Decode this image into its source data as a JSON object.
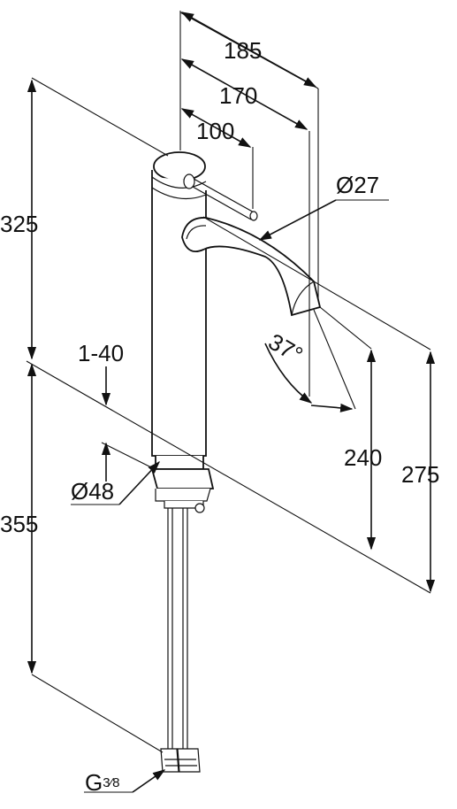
{
  "diagram": {
    "dimensions": {
      "width_185": "185",
      "width_170": "170",
      "width_100": "100",
      "spout_diameter": "Ø27",
      "height_325": "325",
      "angle": "37°",
      "range_1_40": "1-40",
      "height_240": "240",
      "height_275": "275",
      "base_diameter": "Ø48",
      "height_355": "355",
      "thread_main": "G",
      "thread_fraction": "3⁄8"
    }
  }
}
